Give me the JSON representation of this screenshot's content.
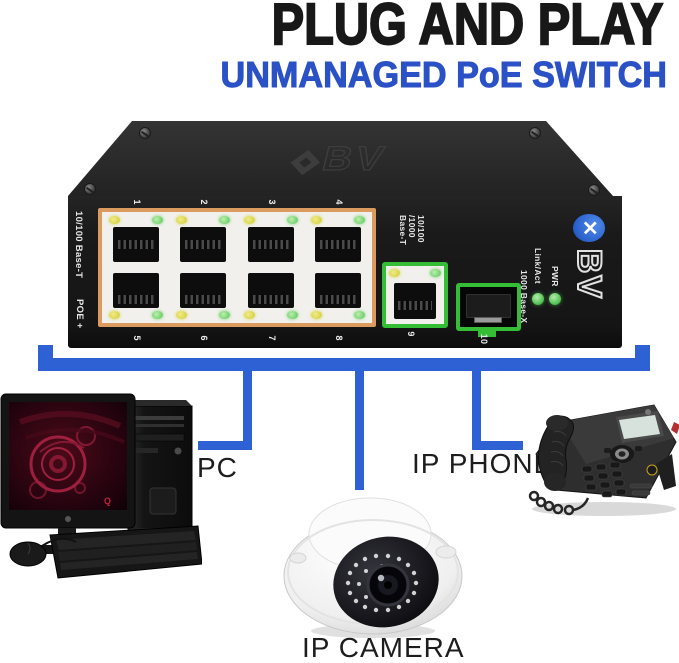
{
  "header": {
    "title": "PLUG AND PLAY",
    "subtitle": "UNMANAGED PoE SWITCH"
  },
  "switch": {
    "brand": "BV",
    "side_labels": {
      "speed": "10/100 Base-T",
      "poe": "POE +"
    },
    "port_numbers_top": [
      "1",
      "2",
      "3",
      "4"
    ],
    "port_numbers_bottom": [
      "5",
      "6",
      "7",
      "8"
    ],
    "uplink": {
      "label_lines": [
        "10/100",
        "/1000",
        "Base-T"
      ],
      "number": "9"
    },
    "sfp": {
      "label": "1000 Base-X",
      "number": "10"
    },
    "leds": {
      "link": "Link/Act",
      "power": "PWR"
    }
  },
  "devices": {
    "pc": "PC",
    "phone": "IP PHONE",
    "camera": "IP CAMERA"
  },
  "colors": {
    "headline": "#181818",
    "accent_blue": "#2b51c6",
    "line_blue": "#2e61d4",
    "port_frame_orange": "#db9a5e",
    "uplink_frame_green": "#35bd35",
    "led_yellow": "#d9d44c",
    "led_green": "#74d06f",
    "case_black": "#191919"
  }
}
